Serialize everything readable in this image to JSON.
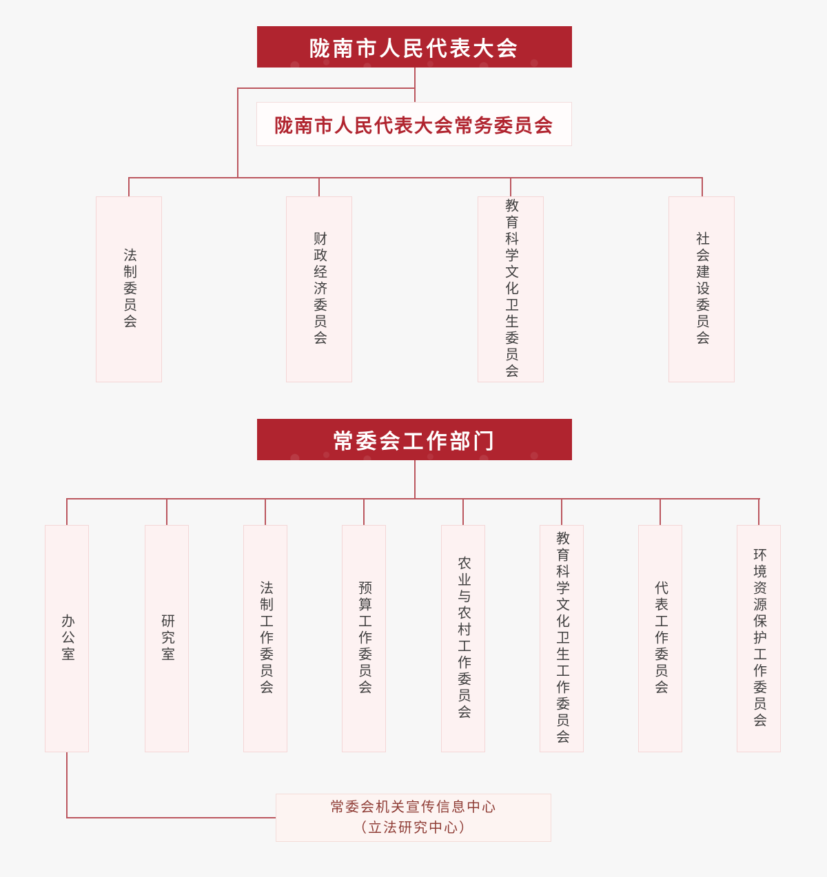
{
  "top_banner": "陇南市人民代表大会",
  "standing_committee": "陇南市人民代表大会常务委员会",
  "committees": [
    "法制委员会",
    "财政经济委员会",
    "教育科学文化卫生委员会",
    "社会建设委员会"
  ],
  "dept_banner": "常委会工作部门",
  "departments": [
    "办公室",
    "研究室",
    "法制工作委员会",
    "预算工作委员会",
    "农业与农村工作委员会",
    "教育科学文化卫生工作委员会",
    "代表工作委员会",
    "环境资源保护工作委员会"
  ],
  "info_center": {
    "line1": "常委会机关宣传信息中心",
    "line2": "（立法研究中心）"
  },
  "colors": {
    "banner_red": "#b0242f",
    "box_pink": "#fdf2f2",
    "line_red": "#bb565e",
    "background": "#f7f7f7"
  }
}
